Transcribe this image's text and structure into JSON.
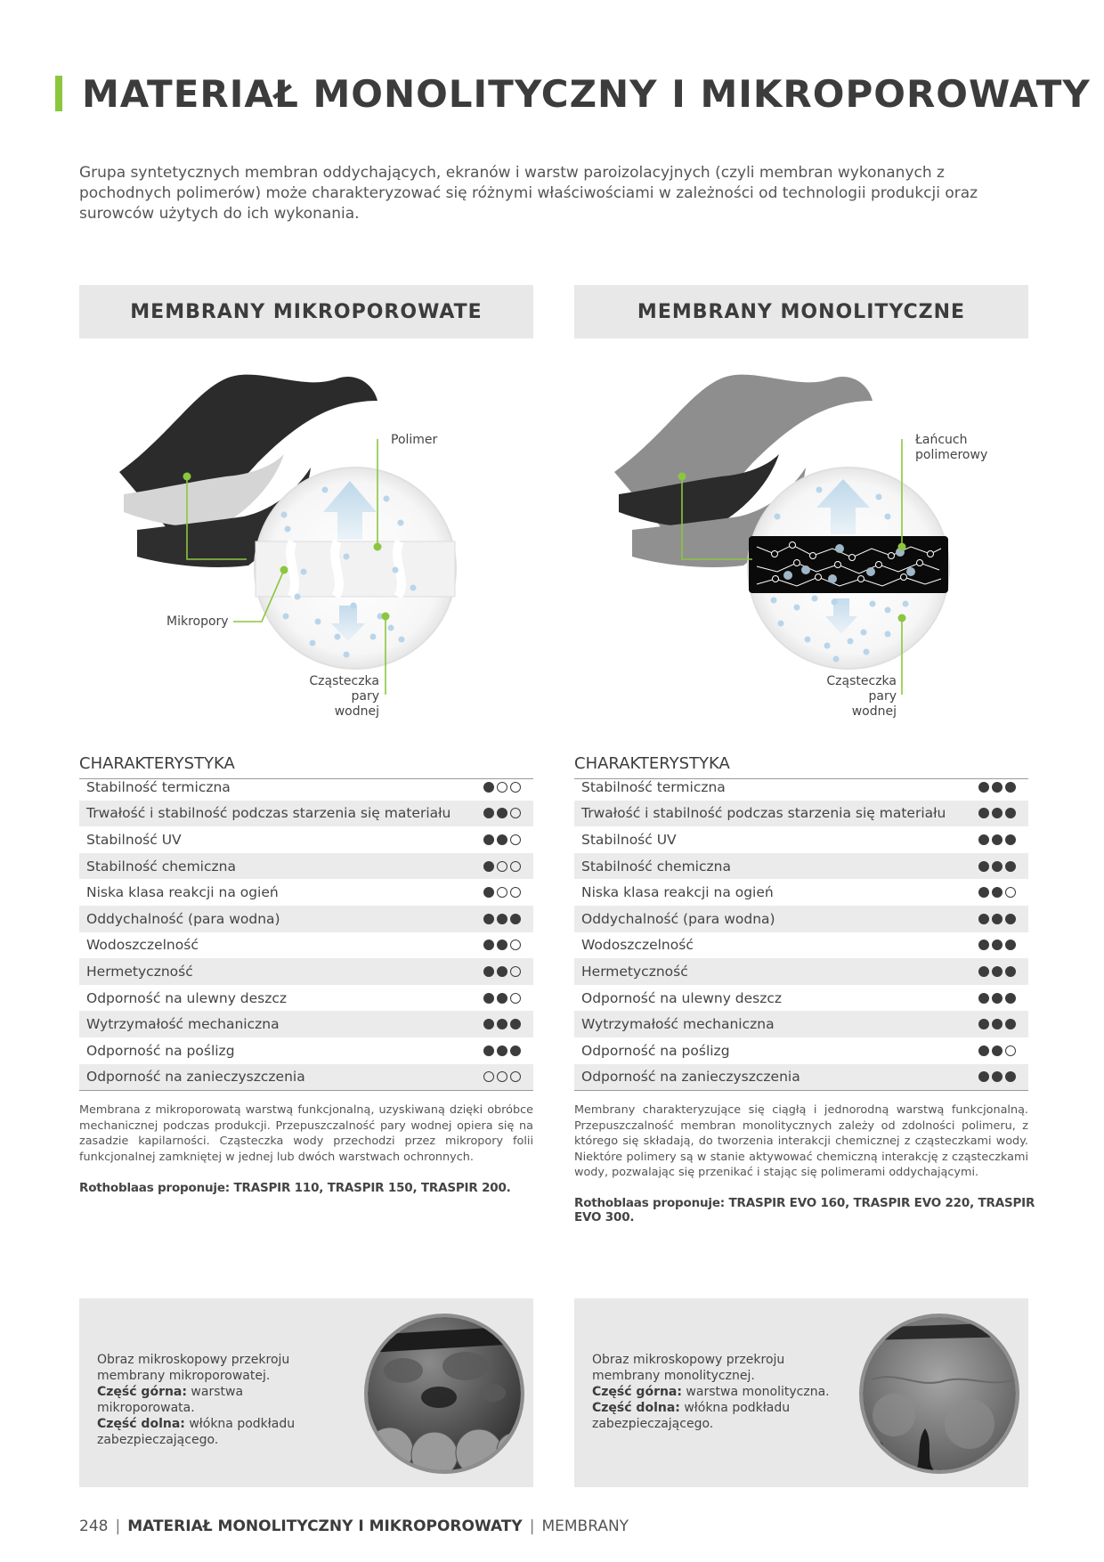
{
  "title": "MATERIAŁ MONOLITYCZNY I MIKROPOROWATY",
  "intro": "Grupa syntetycznych membran oddychających, ekranów i warstw paroizolacyjnych (czyli membran wykonanych z pochodnych polimerów) może charakteryzować się różnymi właściwościami w zależności od technologii produkcji oraz surowców użytych do ich wykonania.",
  "colors": {
    "accent": "#8cc63f",
    "text": "#3c3c3c",
    "panel": "#e8e8e8"
  },
  "left": {
    "header": "MEMBRANY MIKROPOROWATE",
    "labels": {
      "polymer": "Polimer",
      "micropores": "Mikropory",
      "vapor": "Cząsteczka pary wodnej"
    },
    "char_title": "CHARAKTERYSTYKA",
    "rows": [
      {
        "label": "Stabilność termiczna",
        "rating": 1
      },
      {
        "label": "Trwałość i stabilność podczas starzenia się materiału",
        "rating": 2
      },
      {
        "label": "Stabilność UV",
        "rating": 2
      },
      {
        "label": "Stabilność chemiczna",
        "rating": 1
      },
      {
        "label": "Niska klasa reakcji na ogień",
        "rating": 1
      },
      {
        "label": "Oddychalność (para wodna)",
        "rating": 3
      },
      {
        "label": "Wodoszczelność",
        "rating": 2
      },
      {
        "label": "Hermetyczność",
        "rating": 2
      },
      {
        "label": "Odporność na ulewny deszcz",
        "rating": 2
      },
      {
        "label": "Wytrzymałość mechaniczna",
        "rating": 3
      },
      {
        "label": "Odporność na poślizg",
        "rating": 3
      },
      {
        "label": "Odporność na zanieczyszczenia",
        "rating": 0
      }
    ],
    "note": "Membrana z mikroporowatą warstwą funkcjonalną, uzyskiwaną dzięki obróbce mechanicznej podczas produkcji. Przepuszczalność pary wodnej opiera się na zasadzie kapilarności. Cząsteczka wody przechodzi przez mikropory folii funkcjonalnej zamkniętej w jednej lub dwóch warstwach ochronnych.",
    "propose": "Rothoblaas proponuje: TRASPIR 110, TRASPIR 150, TRASPIR 200.",
    "micro": {
      "line1": "Obraz mikroskopowy przekroju membrany mikroporowatej.",
      "top_label": "Część górna:",
      "top_text": " warstwa mikroporowata.",
      "bottom_label": "Część dolna:",
      "bottom_text": " włókna podkładu zabezpieczającego."
    }
  },
  "right": {
    "header": "MEMBRANY MONOLITYCZNE",
    "labels": {
      "chain": "Łańcuch polimerowy",
      "vapor": "Cząsteczka pary wodnej"
    },
    "char_title": "CHARAKTERYSTYKA",
    "rows": [
      {
        "label": "Stabilność termiczna",
        "rating": 3
      },
      {
        "label": "Trwałość i stabilność podczas starzenia się materiału",
        "rating": 3
      },
      {
        "label": "Stabilność UV",
        "rating": 3
      },
      {
        "label": "Stabilność chemiczna",
        "rating": 3
      },
      {
        "label": "Niska klasa reakcji na ogień",
        "rating": 2
      },
      {
        "label": "Oddychalność (para wodna)",
        "rating": 3
      },
      {
        "label": "Wodoszczelność",
        "rating": 3
      },
      {
        "label": "Hermetyczność",
        "rating": 3
      },
      {
        "label": "Odporność na ulewny deszcz",
        "rating": 3
      },
      {
        "label": "Wytrzymałość mechaniczna",
        "rating": 3
      },
      {
        "label": "Odporność na poślizg",
        "rating": 2
      },
      {
        "label": "Odporność na zanieczyszczenia",
        "rating": 3
      }
    ],
    "note": "Membrany charakteryzujące się ciągłą i jednorodną warstwą funkcjonalną. Przepuszczalność membran monolitycznych zależy od zdolności polimeru, z którego się składają, do tworzenia interakcji chemicznej z cząsteczkami wody. Niektóre polimery są w stanie aktywować chemiczną interakcję z cząsteczkami wody, pozwalając się przenikać i stając się polimerami oddychającymi.",
    "propose": "Rothoblaas proponuje: TRASPIR EVO 160, TRASPIR EVO 220, TRASPIR EVO 300.",
    "micro": {
      "line1": "Obraz mikroskopowy przekroju membrany monolitycznej.",
      "top_label": "Część górna:",
      "top_text": " warstwa monolityczna.",
      "bottom_label": "Część dolna:",
      "bottom_text": " włókna podkładu zabezpieczającego."
    }
  },
  "footer": {
    "page": "248",
    "section": "MATERIAŁ MONOLITYCZNY I MIKROPOROWATY",
    "category": "MEMBRANY"
  }
}
